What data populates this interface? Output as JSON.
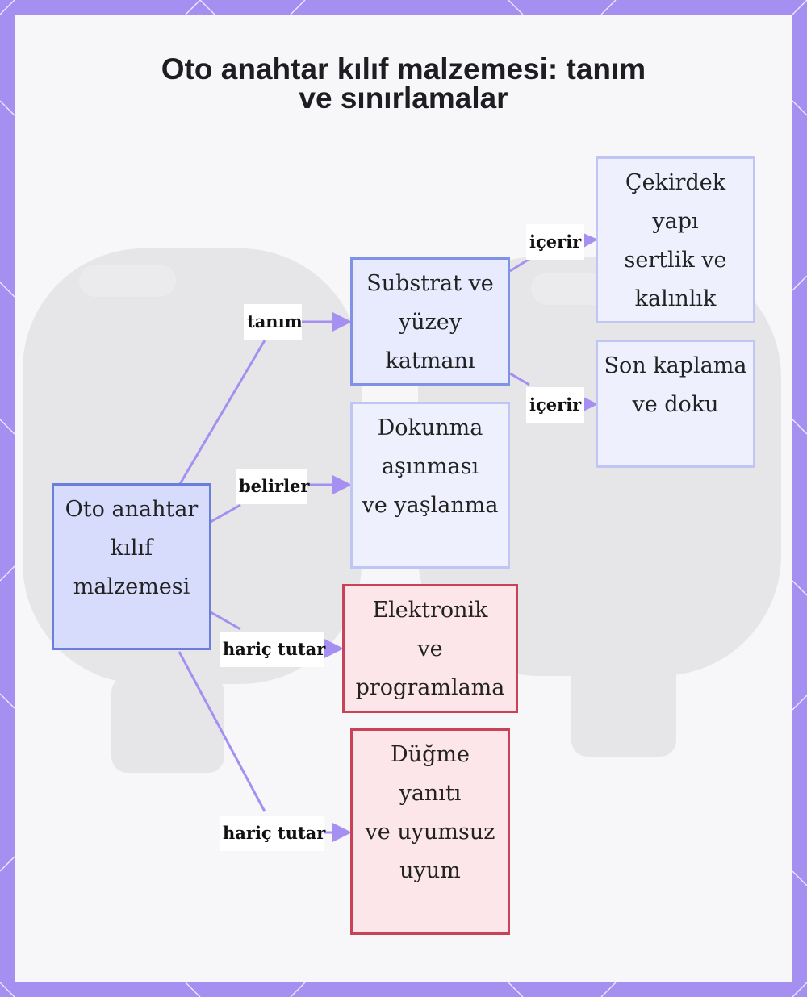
{
  "diagram": {
    "title_lines": [
      "Oto anahtar kılıf malzemesi: tanım",
      "ve sınırlamalar"
    ],
    "nodes": {
      "root": [
        "Oto anahtar",
        "kılıf",
        "malzemesi"
      ],
      "substrat": [
        "Substrat ve",
        "yüzey",
        "katmanı"
      ],
      "cekirdek": [
        "Çekirdek",
        "yapı",
        "sertlik ve",
        "kalınlık"
      ],
      "son_kaplama": [
        "Son kaplama",
        "ve doku"
      ],
      "dokunma": [
        "Dokunma",
        "aşınması",
        "ve yaşlanma"
      ],
      "elektronik": [
        "Elektronik",
        "ve",
        "programlama"
      ],
      "dugme": [
        "Düğme",
        "yanıtı",
        "ve uyumsuz",
        "uyum"
      ]
    },
    "edge_labels": {
      "tanim": "tanım",
      "belirler": "belirler",
      "haric_1": "hariç tutar",
      "haric_2": "hariç tutar",
      "icerir_1": "içerir",
      "icerir_2": "içerir"
    },
    "colors": {
      "edge": "#a58ff0",
      "root_border": "#6a7fdd",
      "exclusion_border": "#c94358",
      "frame": "#a58ff0"
    }
  }
}
